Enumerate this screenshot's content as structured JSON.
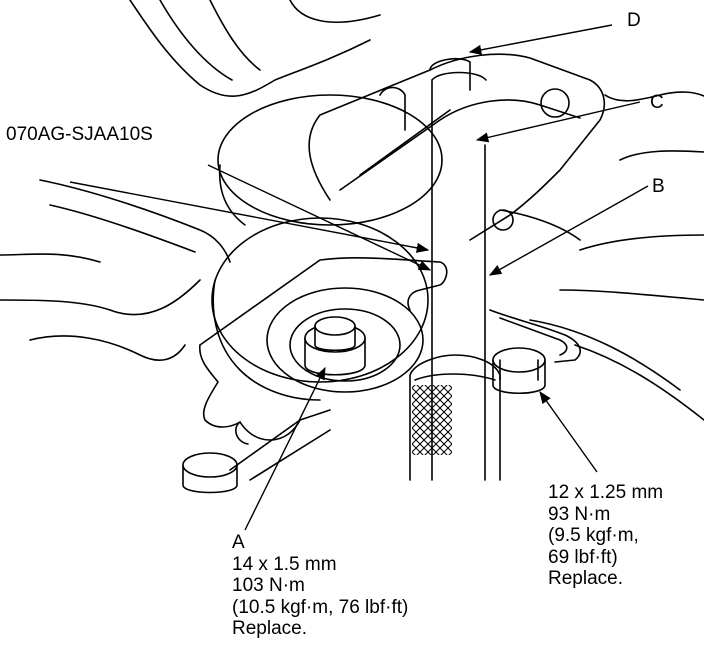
{
  "callouts": {
    "tool_number": "070AG-SJAA10S",
    "a": "A",
    "b": "B",
    "c": "C",
    "d": "D"
  },
  "spec_a": {
    "size": "14 x 1.5 mm",
    "torque_nm": "103 N·m",
    "torque_alt": "(10.5 kgf·m, 76 lbf·ft)",
    "note": "Replace."
  },
  "spec_b": {
    "size": "12 x 1.25 mm",
    "torque_nm": "93 N·m",
    "torque_alt_1": "(9.5 kgf·m,",
    "torque_alt_2": "69 lbf·ft)",
    "note": "Replace."
  },
  "colors": {
    "line": "#000000",
    "background": "#ffffff"
  }
}
